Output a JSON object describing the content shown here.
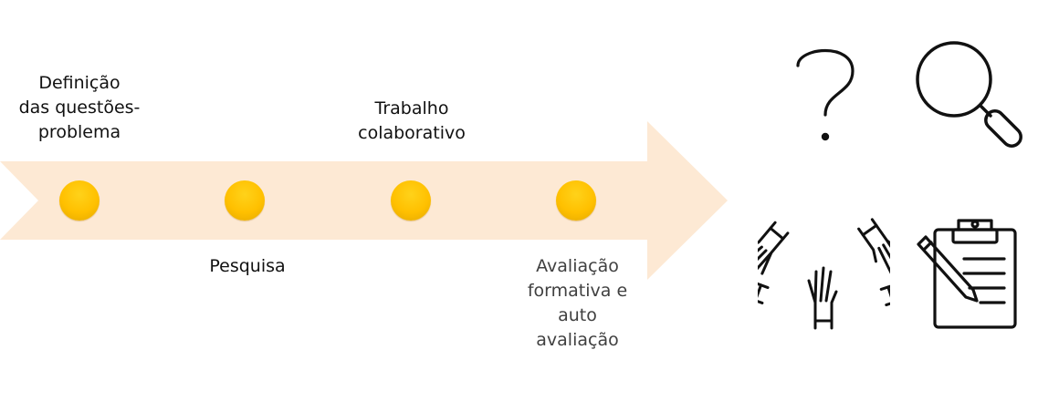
{
  "diagram": {
    "steps": [
      {
        "label": "Definição\ndas questões-\nproblema"
      },
      {
        "label": "Pesquisa"
      },
      {
        "label": "Trabalho\ncolaborativo"
      },
      {
        "label": "Avaliação\nformativa e\nauto\navaliação"
      }
    ],
    "icons": [
      "question-mark-icon",
      "magnifying-glass-icon",
      "hands-together-icon",
      "clipboard-pencil-icon"
    ],
    "colors": {
      "arrow": "#fde9d4",
      "dot": "#ffc000"
    }
  }
}
